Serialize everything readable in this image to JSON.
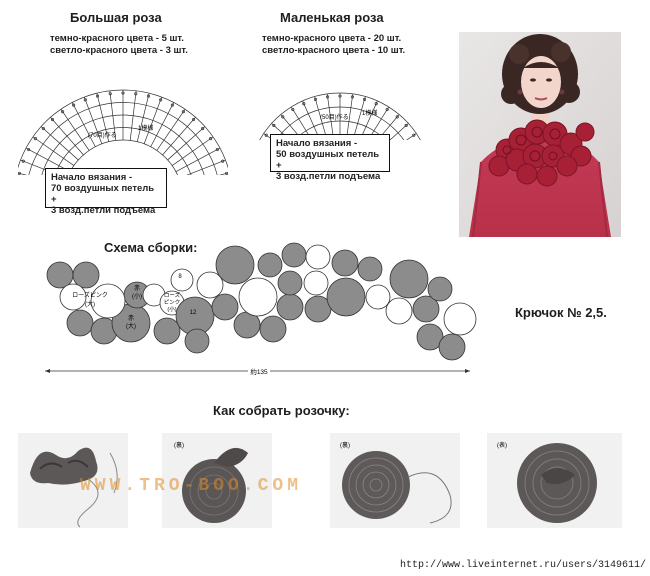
{
  "large_rose": {
    "title": "Большая роза",
    "line1": "темно-красного цвета - 5 шт.",
    "line2": "светло-красного цвета - 3 шт.",
    "diagram_chain_label": "(70目)作る",
    "diagram_row_label": "1模様",
    "start_note": [
      "Начало вязания -",
      "70 воздушных петель +",
      "3 возд.петли подъема"
    ]
  },
  "small_rose": {
    "title": "Маленькая роза",
    "line1": "темно-красного цвета - 20 шт.",
    "line2": "светло-красного цвета - 10 шт.",
    "diagram_chain_label": "(50目)作る",
    "diagram_row_label": "1模様",
    "start_note": [
      "Начало вязания -",
      "50 воздушных петель +",
      "3 возд.петли подъема"
    ]
  },
  "assembly": {
    "title": "Схема сборки:",
    "labels": {
      "rose_pink_large": [
        "ローズピンク",
        "(大)"
      ],
      "red_small": [
        "赤",
        "(小)"
      ],
      "red_large": [
        "赤",
        "(大)"
      ],
      "rose_pink_small": [
        "ローズ",
        "ピンク",
        "(小)"
      ],
      "num_8": "8",
      "num_12": "12"
    },
    "dimension": "約135",
    "colors": {
      "dark": "#8c8c8c",
      "light": "#ffffff",
      "outline": "#333333"
    }
  },
  "hook": {
    "text": "Крючок № 2,5."
  },
  "how_to": {
    "title": "Как собрать розочку:",
    "steps": [
      {
        "tag": ""
      },
      {
        "tag": "(裏)"
      },
      {
        "tag": "(裏)"
      },
      {
        "tag": "(表)"
      }
    ]
  },
  "watermark": "WWW.TRO-BOO.COM",
  "footer_url": "http://www.liveinternet.ru/users/3149611/"
}
